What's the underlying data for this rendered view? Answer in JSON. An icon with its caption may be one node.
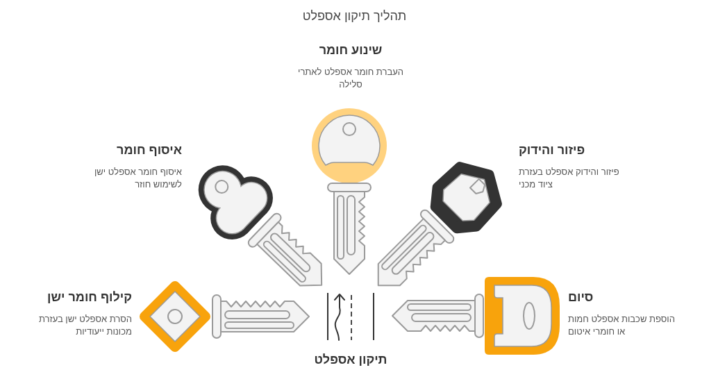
{
  "diagram": {
    "title": "תהליך תיקון אספלט",
    "nodes": [
      {
        "text": [
          "קילוף חומר ישן",
          "הסרת אספלט ישן בעזרת מכונות ייעודיות"
        ]
      },
      {
        "text": [
          "איסוף חומר",
          "איסוף חומר אספלט ישן לשימוש חוזר"
        ]
      },
      {
        "text": [
          "שינוע חומר",
          "העברת חומר אספלט לאתרי סלילה"
        ]
      },
      {
        "text": [
          "פיזור והידוק",
          "פיזור והידוק אספלט בעזרת ציוד מכני"
        ]
      },
      {
        "text": [
          "סיום",
          "הוספת שכבות אספלט חמות או חומרי איטום"
        ]
      },
      {
        "text": [
          "תיקון אספלט"
        ]
      }
    ]
  }
}
